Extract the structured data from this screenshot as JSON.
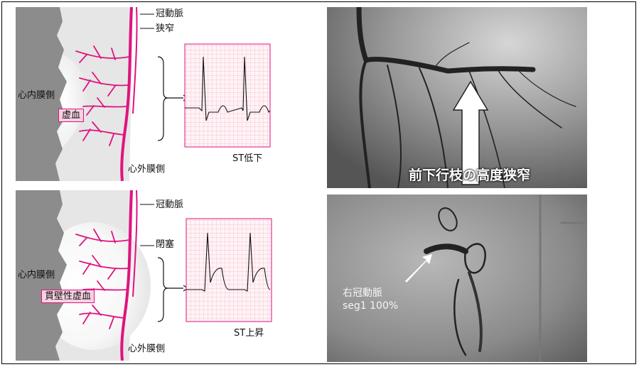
{
  "top_diagram": {
    "artery_label": "冠動脈",
    "lesion_label": "狭窄",
    "endocardium_label": "心内膜側",
    "ischemia_label": "虚血",
    "epicardium_label": "心外膜側",
    "ecg_label": "ST低下"
  },
  "bottom_diagram": {
    "artery_label": "冠動脈",
    "lesion_label": "閉塞",
    "endocardium_label": "心内膜側",
    "ischemia_label": "貫壁性虚血",
    "epicardium_label": "心外膜側",
    "ecg_label": "ST上昇"
  },
  "top_photo": {
    "caption": "前下行枝の高度狭窄"
  },
  "bottom_photo": {
    "annotation_line1": "右冠動脈",
    "annotation_line2": "seg1 100%"
  },
  "colors": {
    "vessel": "#e0137f",
    "ecg_grid": "#f4b6c9",
    "endocardium": "#8c8c8c",
    "myocardium": "#e6e6e6"
  }
}
